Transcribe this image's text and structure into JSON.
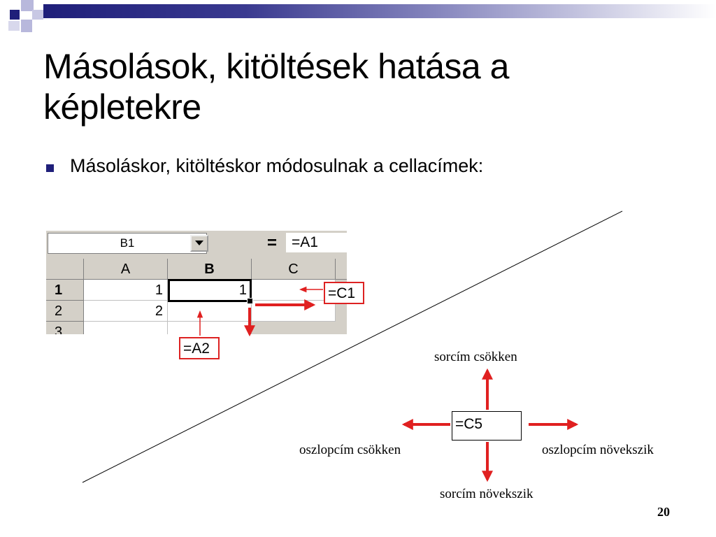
{
  "slide": {
    "title": "Másolások, kitöltések hatása a képletekre",
    "bullet": "Másoláskor, kitöltéskor módosulnak a cellacímek:",
    "page_number": "20"
  },
  "spreadsheet": {
    "name_box": "B1",
    "equals_sign": "=",
    "formula": "=A1",
    "column_headers": [
      "A",
      "B",
      "C"
    ],
    "row_headers": [
      "1",
      "2",
      "3"
    ],
    "rows": [
      [
        "1",
        "1",
        ""
      ],
      [
        "2",
        "",
        ""
      ]
    ],
    "callout_right": "=C1",
    "callout_down": "=A2"
  },
  "diagram": {
    "center_formula": "=C5",
    "up_label": "sorcím csökken",
    "down_label": "sorcím növekszik",
    "left_label": "oszlopcím csökken",
    "right_label": "oszlopcím növekszik"
  },
  "colors": {
    "accent": "#1f1f7a",
    "arrow_red": "#e02020"
  }
}
